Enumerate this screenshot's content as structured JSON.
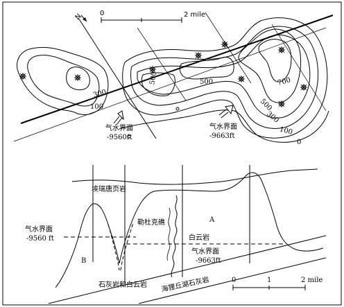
{
  "map": {
    "north_label": "N",
    "scale": {
      "zero": "0",
      "end": "2 mile"
    },
    "contours": {
      "c300": "300",
      "c100": "100",
      "c500_left": "500",
      "c500_mid": "500",
      "c700": "700",
      "c500_right": "500",
      "c300_right": "300",
      "c100_right": "100",
      "c0": "0"
    },
    "gwc_left": {
      "line1": "气水界面",
      "line2": "-9560ft"
    },
    "gwc_right": {
      "line1": "气水界面",
      "line2": "-9663ft"
    }
  },
  "section": {
    "shale": "埃瑞唐页岩",
    "reef": "勒杜克礁",
    "label_a": "A",
    "label_b": "B",
    "dolomite": "白云岩",
    "limestone_dolomite": "石灰岩和白云岩",
    "basin_limestone": "海狸丘湖石灰岩",
    "gwc_left": {
      "line1": "气水界面",
      "line2": "-9560 ft"
    },
    "gwc_right": {
      "line1": "气水界面",
      "line2": "-9663ft"
    },
    "scale": {
      "zero": "0",
      "mid": "1",
      "end": "2 mile"
    }
  }
}
